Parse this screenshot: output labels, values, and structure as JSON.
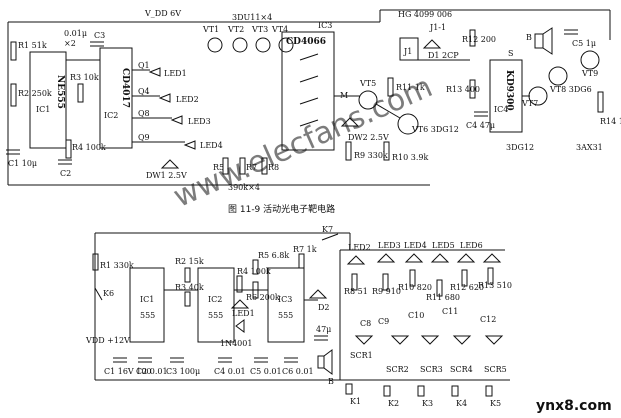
{
  "figure": {
    "caption": "图 11-9  活动光电子靶电路",
    "watermark": "www.elecfans.com",
    "corner_watermark": "ynx8.com"
  },
  "top_circuit": {
    "supply": "V_DD  6V",
    "transistor_array": "3DU11×4",
    "relay": "HG 4099 006",
    "ic_labels": [
      "NE555",
      "CD4017",
      "CD4066",
      "KD9300"
    ],
    "ic_refs": [
      "IC1",
      "IC2",
      "IC3",
      "IC4"
    ],
    "components": [
      "R1 51k",
      "×2",
      "0.01μ",
      "R2 250k",
      "R3 10k",
      "R4 100k",
      "C1 10μ",
      "C2",
      "C3",
      "Q1",
      "Q4",
      "Q8",
      "Q9",
      "LED1",
      "LED2",
      "LED3",
      "LED4",
      "DW1 2.5V",
      "VT1",
      "VT2",
      "VT3",
      "VT4",
      "R5",
      "R7",
      "R8",
      "390k×4",
      "M",
      "VT5",
      "DW2 2.5V",
      "R9 330k",
      "R10 3.9k",
      "R11 1k",
      "VT6 3DG12",
      "J1",
      "J1-1",
      "D1 2CP",
      "R12 200",
      "R13 400",
      "C4 47μ",
      "S",
      "C5 1μ",
      "VT7",
      "VT8 3DG6",
      "VT9",
      "R14 1k",
      "3DG12",
      "3AX31",
      "B"
    ]
  },
  "bottom_circuit": {
    "supply": "VDD +12V",
    "ic_labels": [
      "555",
      "555",
      "555"
    ],
    "ic_refs": [
      "IC1",
      "IC2",
      "IC3"
    ],
    "components": [
      "R1 330k",
      "K6",
      "R2 15k",
      "R3 40k",
      "R4 100k",
      "R5 6.8k",
      "R6 200k",
      "R7 1k",
      "C1 16V 100",
      "C2 0.01",
      "C3 100μ",
      "C4 0.01",
      "C5 0.01",
      "C6 0.01",
      "1N4001",
      "LED1",
      "D2",
      "47μ",
      "B",
      "K7",
      "R8 51",
      "R9 910",
      "R10 820",
      "R11 680",
      "R12 620",
      "R13 510",
      "LED2",
      "LED3",
      "LED4",
      "LED5",
      "LED6",
      "C8",
      "C9",
      "C10",
      "C11",
      "C12",
      "SCR1",
      "SCR2",
      "SCR3",
      "SCR4",
      "SCR5",
      "K1",
      "K2",
      "K3",
      "K4",
      "K5"
    ]
  }
}
